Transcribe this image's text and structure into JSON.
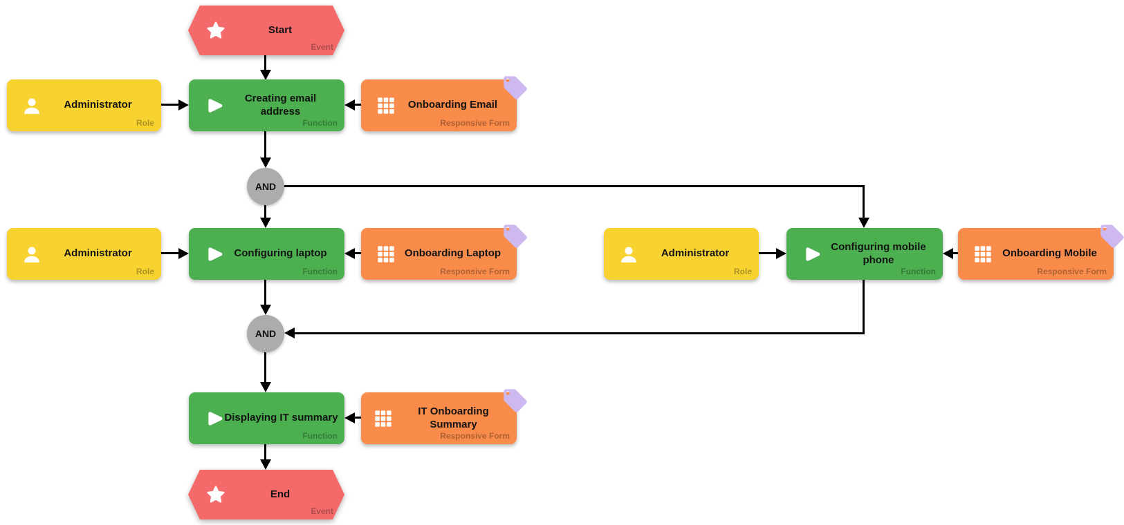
{
  "diagram": {
    "colors": {
      "event_fill": "#F46A6A",
      "function_fill": "#4CAF50",
      "role_fill": "#F8D231",
      "form_fill": "#F98B4B",
      "connector_fill": "#ACACAC",
      "tag_accent": "#CDB9EF",
      "edge_line": "#000000",
      "label_text": "#141414",
      "type_label_text": "rgba(0,0,0,0.30)"
    },
    "nodes": {
      "start": {
        "label": "Start",
        "type_label": "Event"
      },
      "role_email": {
        "label": "Administrator",
        "type_label": "Role"
      },
      "func_email": {
        "label": "Creating email\naddress",
        "type_label": "Function"
      },
      "form_email": {
        "label": "Onboarding Email",
        "type_label": "Responsive Form"
      },
      "and_split": {
        "label": "AND"
      },
      "role_laptop": {
        "label": "Administrator",
        "type_label": "Role"
      },
      "func_laptop": {
        "label": "Configuring laptop",
        "type_label": "Function"
      },
      "form_laptop": {
        "label": "Onboarding Laptop",
        "type_label": "Responsive Form"
      },
      "role_mobile": {
        "label": "Administrator",
        "type_label": "Role"
      },
      "func_mobile": {
        "label": "Configuring mobile\nphone",
        "type_label": "Function"
      },
      "form_mobile": {
        "label": "Onboarding Mobile",
        "type_label": "Responsive Form"
      },
      "and_join": {
        "label": "AND"
      },
      "func_summary": {
        "label": "Displaying IT summary",
        "type_label": "Function"
      },
      "form_summary": {
        "label": "IT Onboarding Summary",
        "type_label": "Responsive Form"
      },
      "end": {
        "label": "End",
        "type_label": "Event"
      }
    }
  }
}
